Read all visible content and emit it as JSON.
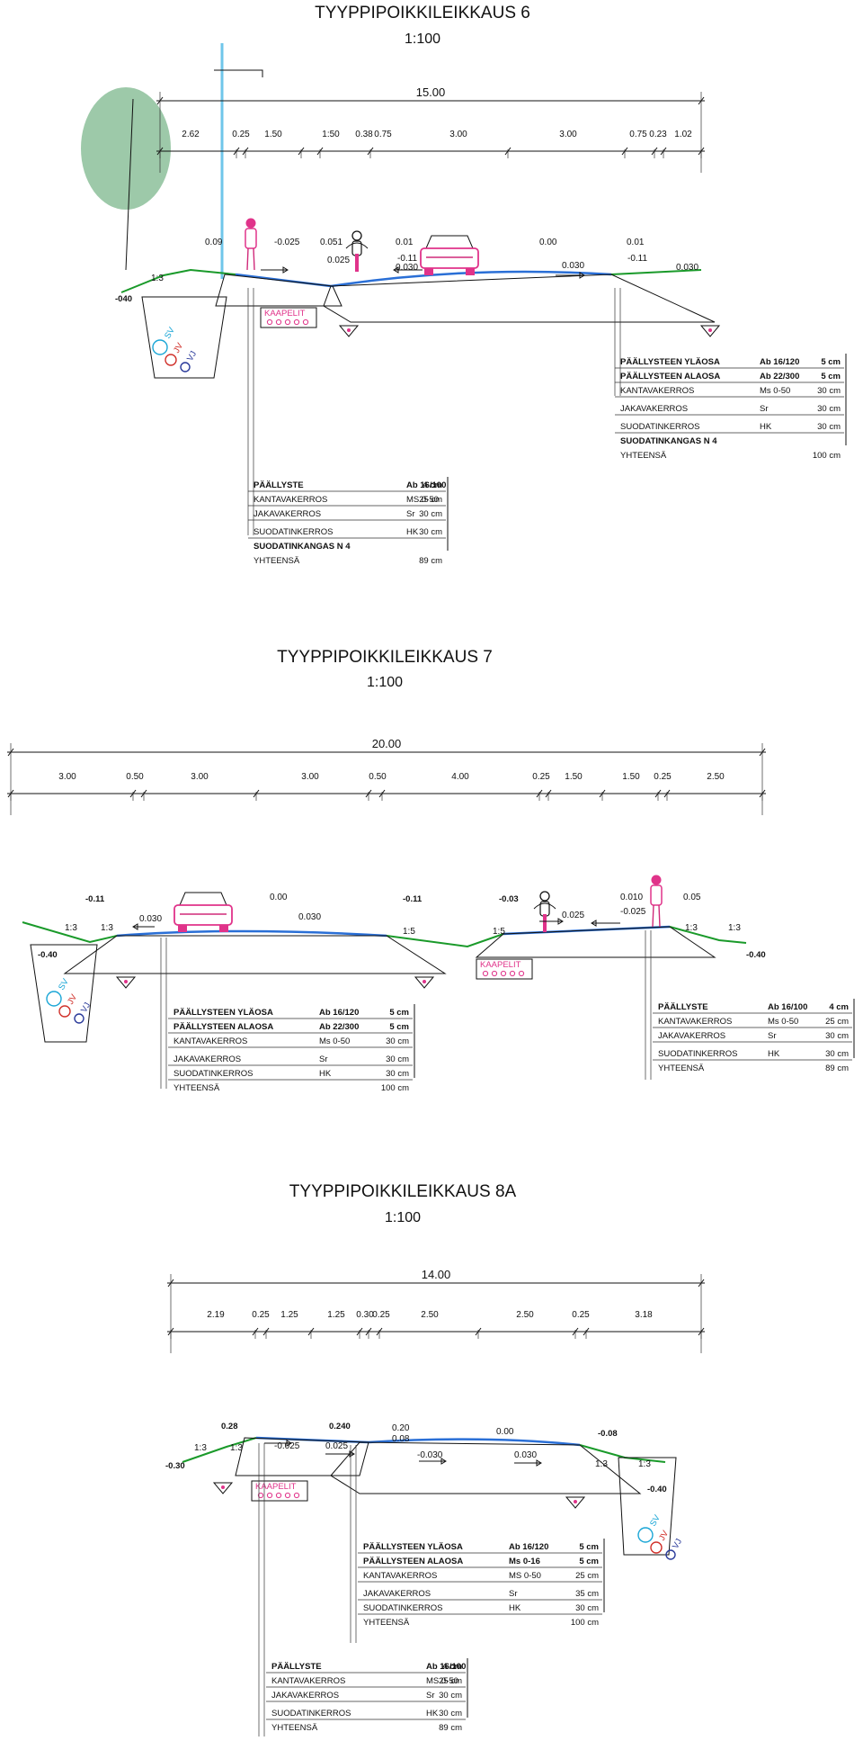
{
  "colors": {
    "ground": "#1a9a2a",
    "pavement": "#2a6fd6",
    "pink": "#e0338a",
    "cyan": "#1aa6d6",
    "red": "#d0302a",
    "navy": "#2a3a9a",
    "tree": "#8cc09a"
  },
  "section6": {
    "title": "TYYPPIPOIKKILEIKKAUS 6",
    "scale": "1:100",
    "total": "15.00",
    "dims": [
      "2.62",
      "0.25",
      "1.50",
      "1:50",
      "0.38",
      "0.75",
      "3.00",
      "3.00",
      "0.75",
      "0.23",
      "1.02"
    ],
    "slopes": [
      "0.09",
      "-0.025",
      "0.051",
      "0.025",
      "0.01",
      "-0.11",
      "0.030",
      "0.00",
      "0.030",
      "0.01",
      "-0.11",
      "0.030",
      "1:3",
      "-040"
    ],
    "cables": "KAAPELIT",
    "pipes": [
      "SV",
      "JV",
      "VJ"
    ],
    "table_main": [
      {
        "name": "PÄÄLLYSTEEN YLÄOSA",
        "mat": "Ab 16/120",
        "thk": "5 cm",
        "bold": true
      },
      {
        "name": "PÄÄLLYSTEEN ALAOSA",
        "mat": "Ab 22/300",
        "thk": "5 cm",
        "bold": true
      },
      {
        "name": "KANTAVAKERROS",
        "mat": "Ms 0-50",
        "thk": "30 cm",
        "bold": false
      },
      {
        "name": "JAKAVAKERROS",
        "mat": "Sr",
        "thk": "30 cm",
        "bold": false
      },
      {
        "name": "SUODATINKERROS",
        "mat": "HK",
        "thk": "30 cm",
        "bold": false
      },
      {
        "name": "SUODATINKANGAS N 4",
        "mat": "",
        "thk": "",
        "bold": true
      },
      {
        "name": "YHTEENSÄ",
        "mat": "",
        "thk": "100 cm",
        "bold": false
      }
    ],
    "table_walk": [
      {
        "name": "PÄÄLLYSTE",
        "mat": "Ab 16/100",
        "thk": "4 cm",
        "bold": true
      },
      {
        "name": "KANTAVAKERROS",
        "mat": "MS   0-50",
        "thk": "25 cm",
        "bold": false
      },
      {
        "name": "JAKAVAKERROS",
        "mat": "Sr",
        "thk": "30 cm",
        "bold": false
      },
      {
        "name": "SUODATINKERROS",
        "mat": "HK",
        "thk": "30 cm",
        "bold": false
      },
      {
        "name": "SUODATINKANGAS N 4",
        "mat": "",
        "thk": "",
        "bold": true
      },
      {
        "name": "YHTEENSÄ",
        "mat": "",
        "thk": "89 cm",
        "bold": false
      }
    ]
  },
  "section7": {
    "title": "TYYPPIPOIKKILEIKKAUS 7",
    "scale": "1:100",
    "total": "20.00",
    "dims": [
      "3.00",
      "0.50",
      "3.00",
      "3.00",
      "0.50",
      "4.00",
      "0.25",
      "1.50",
      "1.50",
      "0.25",
      "2.50"
    ],
    "slopes": [
      "-0.11",
      "1:3",
      "1:3",
      "0.030",
      "0.00",
      "0.030",
      "-0.11",
      "1:5",
      "-0.40",
      "-0.03",
      "1:5",
      "0.025",
      "0.010",
      "-0.025",
      "0.05",
      "1:3",
      "1:3",
      "-0.40"
    ],
    "cables": "KAAPELIT",
    "pipes": [
      "SV",
      "JV",
      "VJ"
    ],
    "table_main": [
      {
        "name": "PÄÄLLYSTEEN YLÄOSA",
        "mat": "Ab 16/120",
        "thk": "5 cm",
        "bold": true
      },
      {
        "name": "PÄÄLLYSTEEN ALAOSA",
        "mat": "Ab 22/300",
        "thk": "5 cm",
        "bold": true
      },
      {
        "name": "KANTAVAKERROS",
        "mat": "Ms 0-50",
        "thk": "30 cm",
        "bold": false
      },
      {
        "name": "JAKAVAKERROS",
        "mat": "Sr",
        "thk": "30 cm",
        "bold": false
      },
      {
        "name": "SUODATINKERROS",
        "mat": "HK",
        "thk": "30 cm",
        "bold": false
      },
      {
        "name": "YHTEENSÄ",
        "mat": "",
        "thk": "100 cm",
        "bold": false
      }
    ],
    "table_walk": [
      {
        "name": "PÄÄLLYSTE",
        "mat": "Ab 16/100",
        "thk": "4 cm",
        "bold": true
      },
      {
        "name": "KANTAVAKERROS",
        "mat": "Ms 0-50",
        "thk": "25 cm",
        "bold": false
      },
      {
        "name": "JAKAVAKERROS",
        "mat": "Sr",
        "thk": "30 cm",
        "bold": false
      },
      {
        "name": "SUODATINKERROS",
        "mat": "HK",
        "thk": "30 cm",
        "bold": false
      },
      {
        "name": "YHTEENSÄ",
        "mat": "",
        "thk": "89 cm",
        "bold": false
      }
    ]
  },
  "section8": {
    "title": "TYYPPIPOIKKILEIKKAUS 8A",
    "scale": "1:100",
    "total": "14.00",
    "dims": [
      "2.19",
      "0.25",
      "1.25",
      "1.25",
      "0.30",
      "0.25",
      "2.50",
      "2.50",
      "0.25",
      "3.18"
    ],
    "slopes": [
      "0.28",
      "1:3",
      "1:3",
      "-0.30",
      "-0.025",
      "0.240",
      "0.025",
      "0.20",
      "0.08",
      "-0.030",
      "0.00",
      "0.030",
      "-0.08",
      "1:3",
      "1:3",
      "-0.40"
    ],
    "cables": "KAAPELIT",
    "pipes": [
      "SV",
      "JV",
      "VJ"
    ],
    "table_main": [
      {
        "name": "PÄÄLLYSTEEN YLÄOSA",
        "mat": "Ab 16/120",
        "thk": "5 cm",
        "bold": true
      },
      {
        "name": "PÄÄLLYSTEEN ALAOSA",
        "mat": "Ms 0-16",
        "thk": "5 cm",
        "bold": true
      },
      {
        "name": "KANTAVAKERROS",
        "mat": "MS 0-50",
        "thk": "25 cm",
        "bold": false
      },
      {
        "name": "JAKAVAKERROS",
        "mat": "Sr",
        "thk": "35 cm",
        "bold": false
      },
      {
        "name": "SUODATINKERROS",
        "mat": "HK",
        "thk": "30 cm",
        "bold": false
      },
      {
        "name": "YHTEENSÄ",
        "mat": "",
        "thk": "100 cm",
        "bold": false
      }
    ],
    "table_walk": [
      {
        "name": "PÄÄLLYSTE",
        "mat": "Ab 16/100",
        "thk": "4 cm",
        "bold": true
      },
      {
        "name": "KANTAVAKERROS",
        "mat": "MS   0-50",
        "thk": "25 cm",
        "bold": false
      },
      {
        "name": "JAKAVAKERROS",
        "mat": "Sr",
        "thk": "30 cm",
        "bold": false
      },
      {
        "name": "SUODATINKERROS",
        "mat": "HK",
        "thk": "30 cm",
        "bold": false
      },
      {
        "name": "YHTEENSÄ",
        "mat": "",
        "thk": "89 cm",
        "bold": false
      }
    ]
  }
}
